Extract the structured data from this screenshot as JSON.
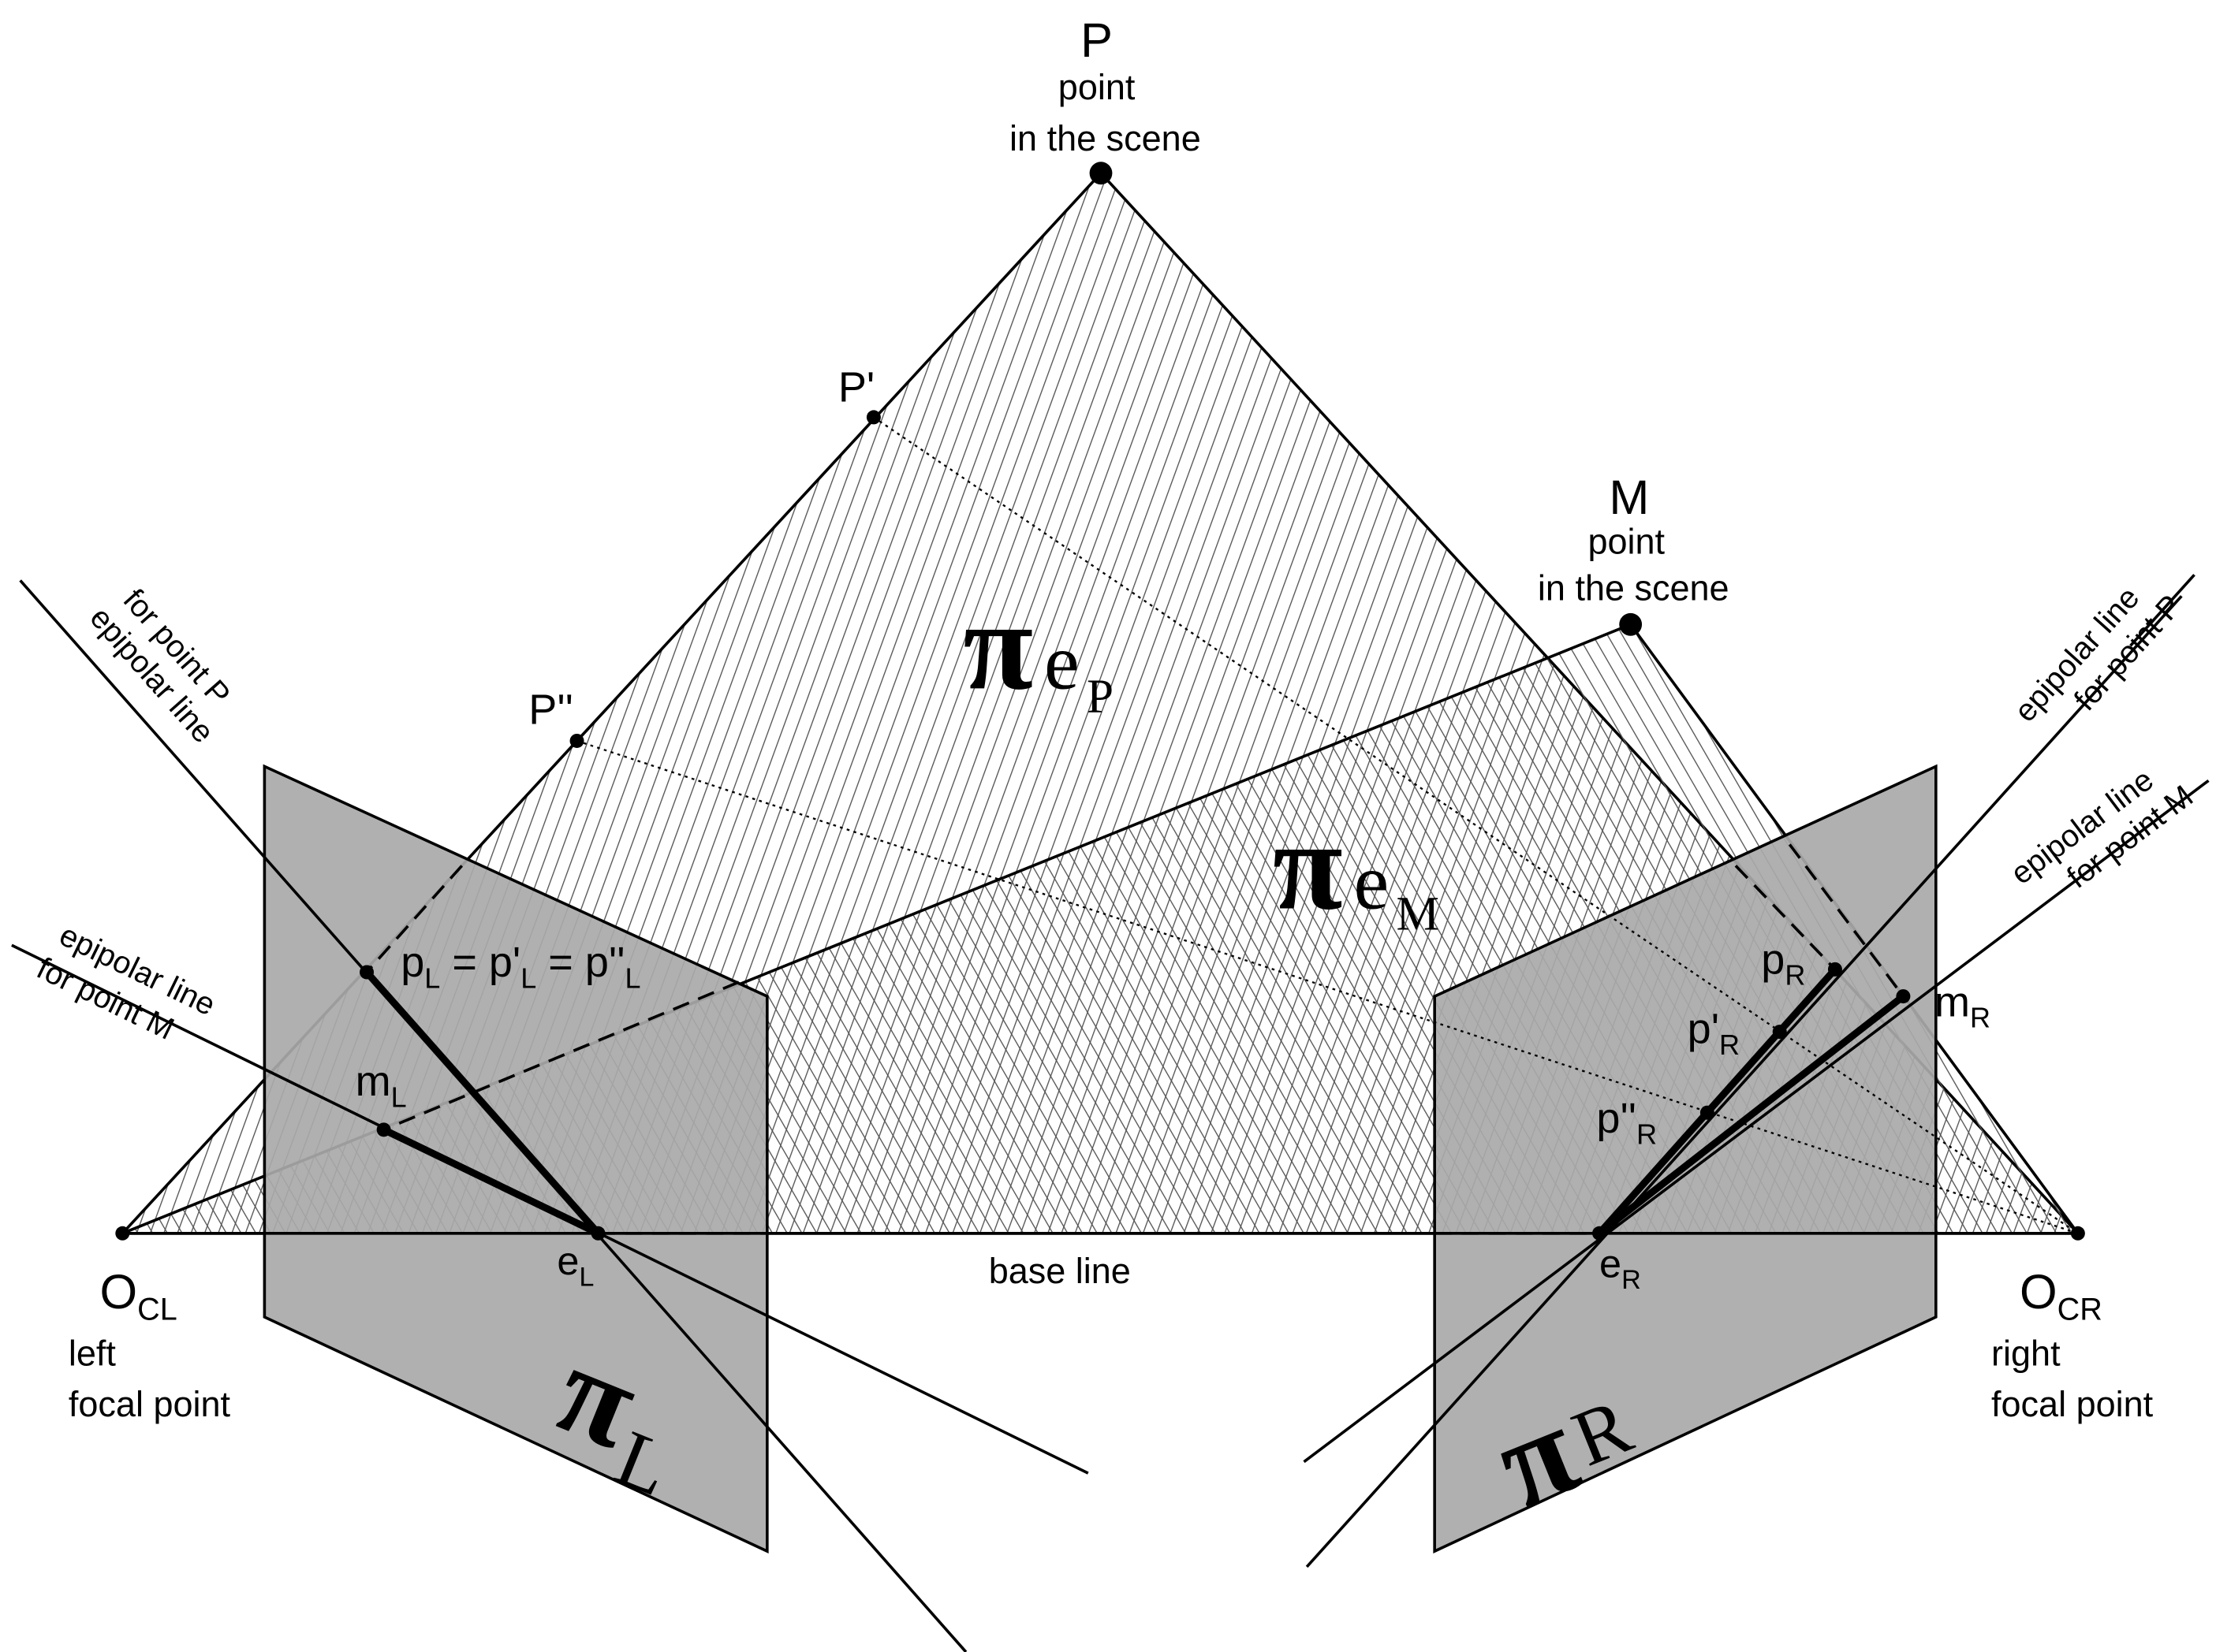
{
  "points": {
    "P": {
      "name": "P",
      "caption_1": "point",
      "caption_2": "in the scene"
    },
    "M": {
      "name": "M",
      "caption_1": "point",
      "caption_2": "in the scene"
    },
    "P_prime": "P'",
    "P_double_prime": "P''"
  },
  "planes": {
    "epipolar_P": {
      "symbol": "π",
      "e": "e",
      "sub": "P"
    },
    "epipolar_M": {
      "symbol": "π",
      "e": "e",
      "sub": "M"
    },
    "image_left": {
      "symbol": "π",
      "sub": "L"
    },
    "image_right": {
      "symbol": "π",
      "sub": "R"
    }
  },
  "left": {
    "focal_label": "O",
    "focal_sub": "CL",
    "focal_caption_1": "left",
    "focal_caption_2": "focal point",
    "epipole": "e",
    "epipole_sub": "L",
    "p_eq_1": "p",
    "p_eq_sub_1": "L",
    "p_eq_2": " = p'",
    "p_eq_sub_2": "L",
    "p_eq_3": " = p''",
    "p_eq_sub_3": "L",
    "m_label": "m",
    "m_sub": "L",
    "epiline_P_1": "epipolar line",
    "epiline_P_2": "for point P",
    "epiline_M_1": "epipolar line",
    "epiline_M_2": "for point M"
  },
  "right": {
    "focal_label": "O",
    "focal_sub": "CR",
    "focal_caption_1": "right",
    "focal_caption_2": "focal point",
    "epipole": "e",
    "epipole_sub": "R",
    "p": "p",
    "p_sub": "R",
    "p1": "p'",
    "p1_sub": "R",
    "p2": "p''",
    "p2_sub": "R",
    "m_label": "m",
    "m_sub": "R",
    "epiline_P_1": "epipolar line",
    "epiline_P_2": "for point P",
    "epiline_M_1": "epipolar line",
    "epiline_M_2": "for point M"
  },
  "base_line": "base line",
  "colors": {
    "plane_fill": "#a9a9a9",
    "hatch": "#666666",
    "ink": "#000000"
  }
}
